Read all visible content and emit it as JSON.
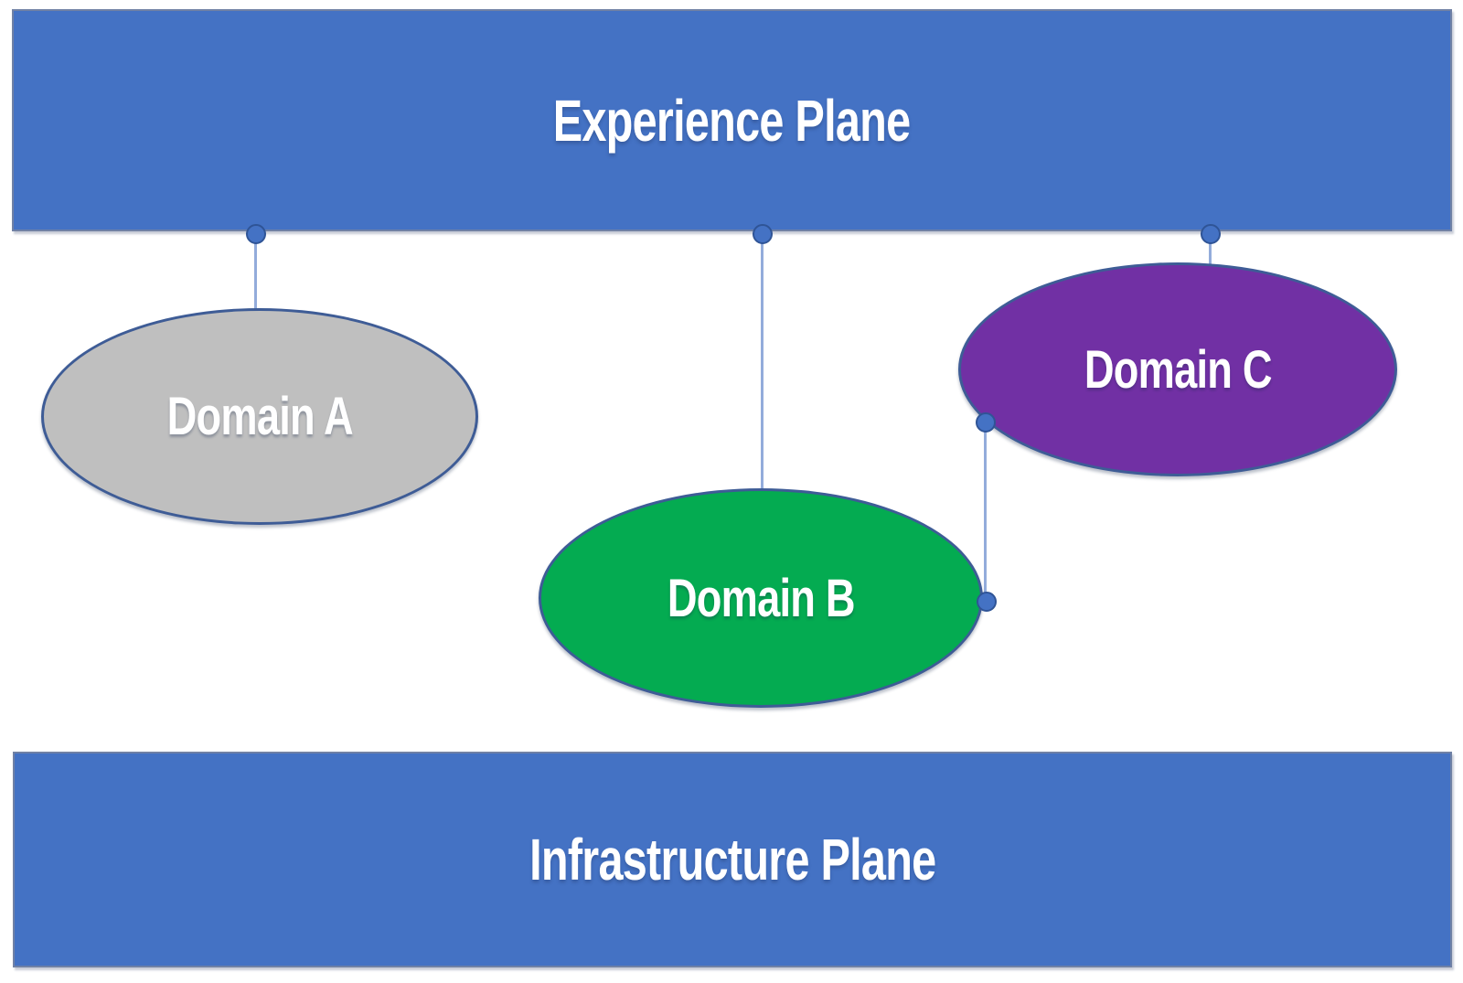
{
  "planes": {
    "top": {
      "label": "Experience Plane"
    },
    "bottom": {
      "label": "Infrastructure Plane"
    }
  },
  "domains": [
    {
      "label": "Domain A",
      "fill": "#BFBFBF"
    },
    {
      "label": "Domain B",
      "fill": "#04AB51"
    },
    {
      "label": "Domain C",
      "fill": "#7130A4"
    }
  ],
  "connections": [
    {
      "from": "Experience Plane",
      "to": "Domain A"
    },
    {
      "from": "Experience Plane",
      "to": "Domain B"
    },
    {
      "from": "Experience Plane",
      "to": "Domain C"
    },
    {
      "from": "Domain C",
      "to": "Domain B"
    }
  ],
  "colors": {
    "plane_fill": "#4472C4",
    "ellipse_border": "#3E5C96",
    "connector_line": "#93ACDB",
    "dot_fill": "#4472C4",
    "dot_border": "#2F5496",
    "label_text": "#FFFFFF",
    "background": "#FFFFFF"
  }
}
